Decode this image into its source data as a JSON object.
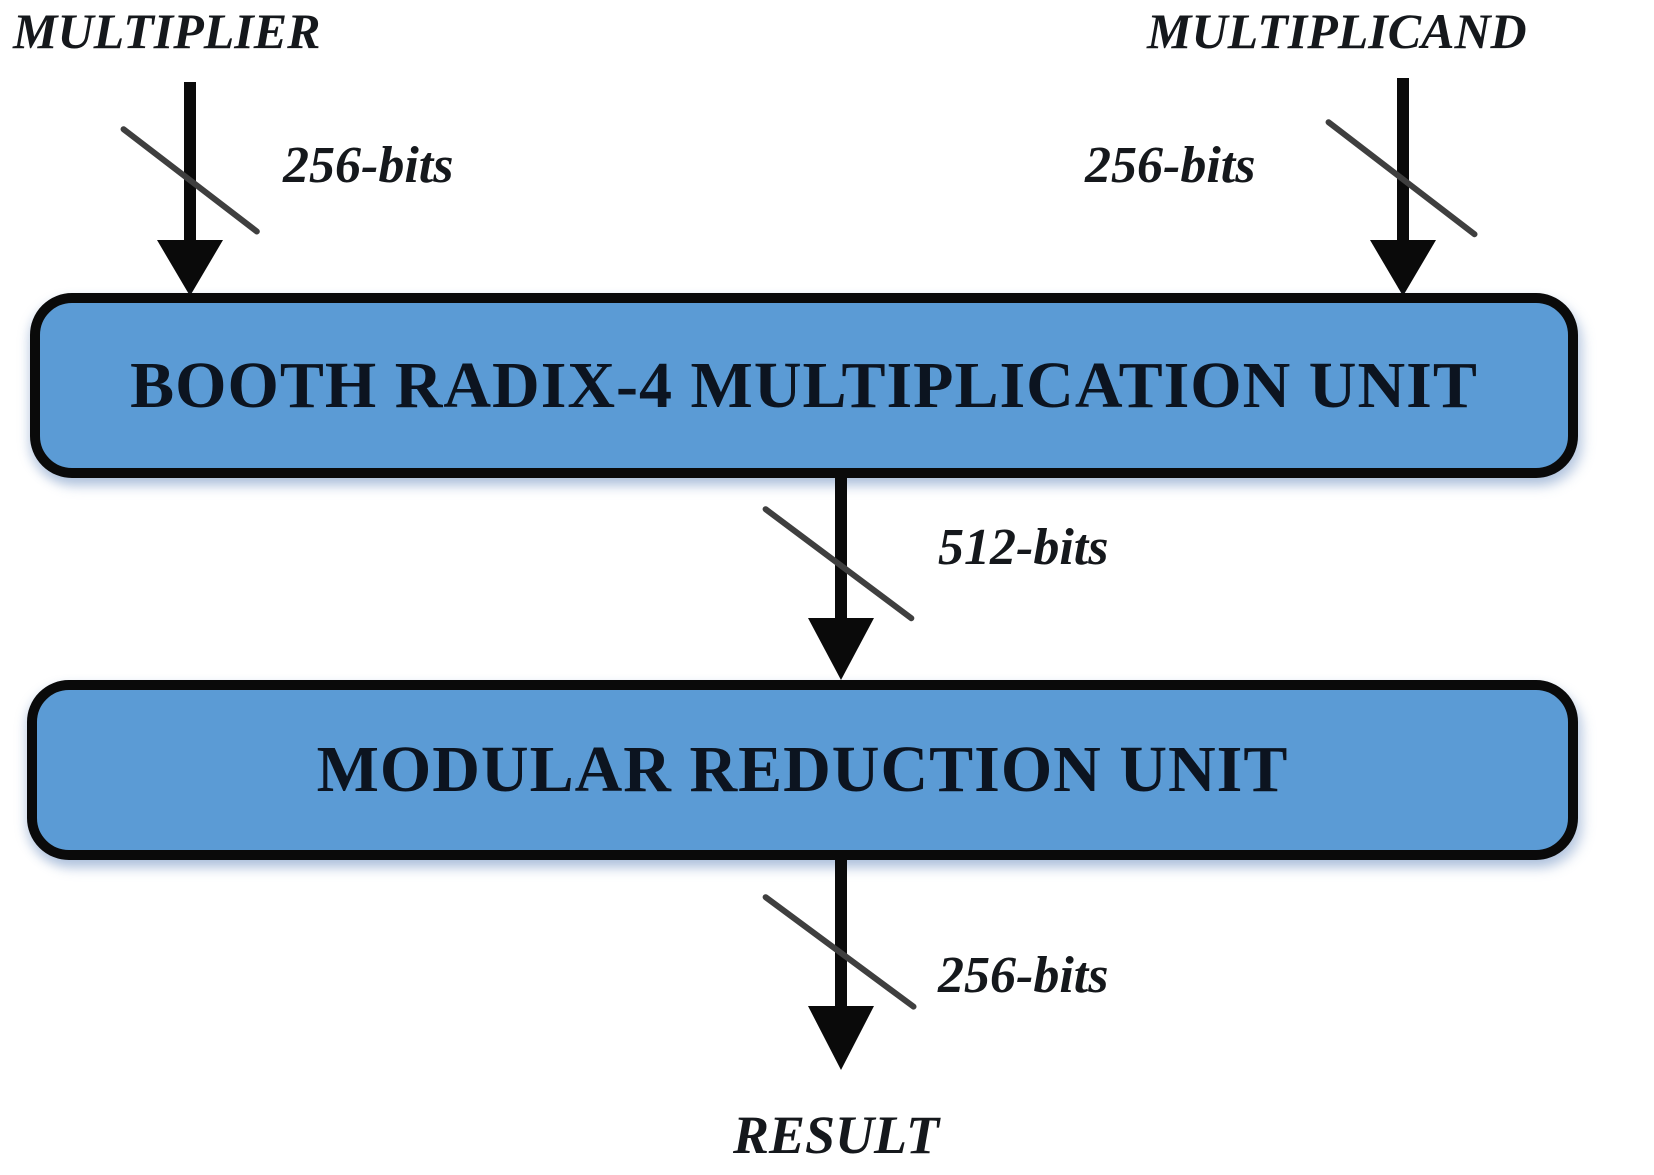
{
  "diagram": {
    "type": "block-diagram",
    "inputs": {
      "multiplier": {
        "label": "MULTIPLIER",
        "bus_width": "256-bits"
      },
      "multiplicand": {
        "label": "MULTIPLICAND",
        "bus_width": "256-bits"
      }
    },
    "blocks": [
      {
        "label": "BOOTH RADIX-4 MULTIPLICATION UNIT"
      },
      {
        "label": "MODULAR REDUCTION UNIT"
      }
    ],
    "intermediate_bus_width": "512-bits",
    "output": {
      "label": "RESULT",
      "bus_width": "256-bits"
    },
    "colors": {
      "block_fill": "#5b9bd5",
      "block_border": "#0a0a0a",
      "block_text": "#0c1420",
      "annotation_text": "#15181c",
      "arrow": "#0a0a0a",
      "bus_slash": "#3f3f3f",
      "background": "#ffffff"
    }
  }
}
